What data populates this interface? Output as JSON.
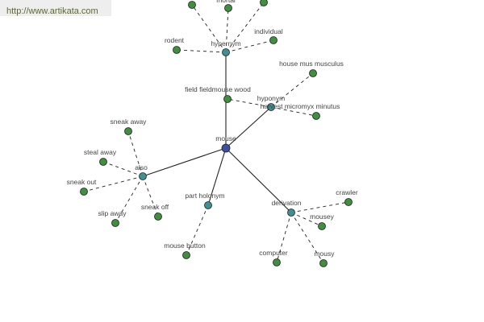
{
  "source_url": "http://www.artikata.com",
  "colors": {
    "center_node": "#3d4fa0",
    "relation_node": "#3f8f93",
    "word_node": "#3f8f3f",
    "node_stroke": "#1f1f1f",
    "edge": "#222222"
  },
  "graph": {
    "center": {
      "id": "mouse",
      "label": "mouse"
    },
    "relations": [
      {
        "id": "hypernym",
        "label": "hypernym"
      },
      {
        "id": "hyponym",
        "label": "hyponym"
      },
      {
        "id": "also",
        "label": "also"
      },
      {
        "id": "part_holonym",
        "label": "part holonym"
      },
      {
        "id": "derivation",
        "label": "derivation"
      }
    ],
    "words": [
      {
        "id": "mortal",
        "label": "mortal",
        "relation": "hypernym"
      },
      {
        "id": "individual",
        "label": "individual",
        "relation": "hypernym"
      },
      {
        "id": "rodent",
        "label": "rodent",
        "relation": "hypernym"
      },
      {
        "id": "hyper_w1",
        "label": "",
        "relation": "hypernym"
      },
      {
        "id": "hyper_w2",
        "label": "",
        "relation": "hypernym"
      },
      {
        "id": "field_fieldmouse_wood",
        "label": "field fieldmouse wood",
        "relation": "hyponym"
      },
      {
        "id": "house_mus_musculus",
        "label": "house mus musculus",
        "relation": "hyponym"
      },
      {
        "id": "harvest_micromyx_minutus",
        "label": "harvest micromyx minutus",
        "relation": "hyponym"
      },
      {
        "id": "sneak_away",
        "label": "sneak away",
        "relation": "also"
      },
      {
        "id": "steal_away",
        "label": "steal away",
        "relation": "also"
      },
      {
        "id": "sneak_out",
        "label": "sneak out",
        "relation": "also"
      },
      {
        "id": "slip_away",
        "label": "slip away",
        "relation": "also"
      },
      {
        "id": "sneak_off",
        "label": "sneak off",
        "relation": "also"
      },
      {
        "id": "mouse_button",
        "label": "mouse button",
        "relation": "part_holonym"
      },
      {
        "id": "crawler",
        "label": "crawler",
        "relation": "derivation"
      },
      {
        "id": "mousey",
        "label": "mousey",
        "relation": "derivation"
      },
      {
        "id": "computer",
        "label": "computer",
        "relation": "derivation"
      },
      {
        "id": "mousy",
        "label": "mousy",
        "relation": "derivation"
      }
    ]
  }
}
